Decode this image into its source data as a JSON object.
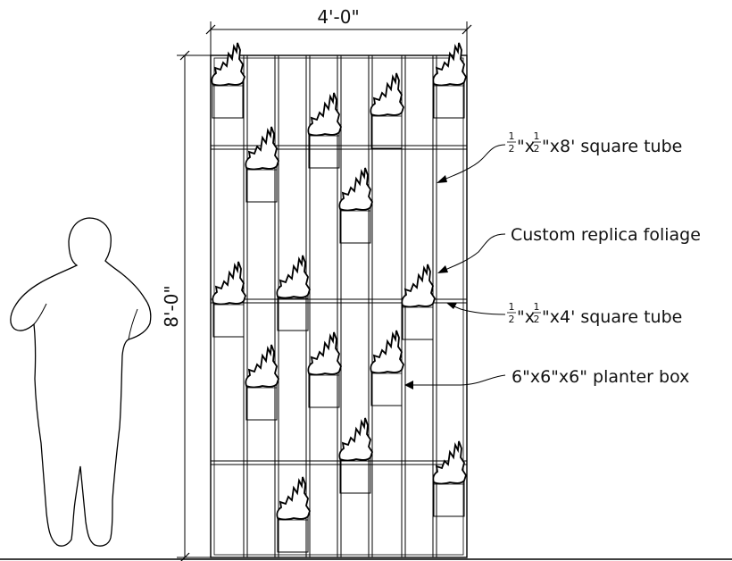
{
  "dimensions": {
    "width": "4'-0\"",
    "height": "8'-0\""
  },
  "callouts": {
    "vertical_tube": {
      "frac_num": "1",
      "frac_den": "2",
      "sep": "\"x",
      "text": "\"x8' square tube"
    },
    "foliage": {
      "text": "Custom replica foliage"
    },
    "horizontal_tube": {
      "frac_num": "1",
      "frac_den": "2",
      "sep": "\"x",
      "text": "\"x4' square tube"
    },
    "planter": {
      "text": "6\"x6\"x6\" planter box"
    }
  }
}
